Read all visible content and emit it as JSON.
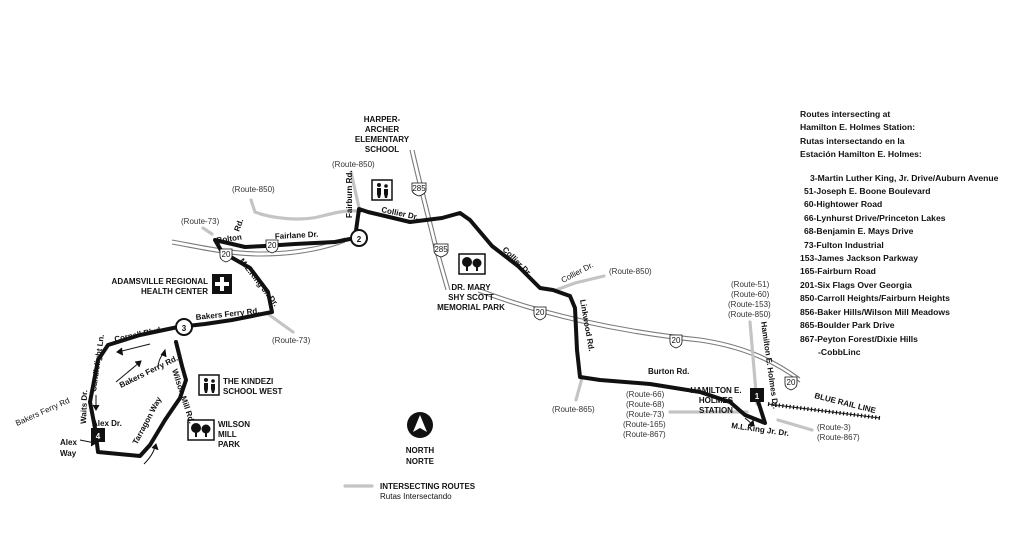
{
  "routes_panel": {
    "heading": [
      "Routes intersecting at",
      "Hamilton E. Holmes  Station:",
      "Rutas intersectando en la",
      "Estación Hamilton E. Holmes:"
    ],
    "items": [
      "3-Martin Luther King, Jr. Drive/Auburn Avenue",
      "51-Joseph E. Boone Boulevard",
      "60-Hightower Road",
      "66-Lynhurst Drive/Princeton Lakes",
      "68-Benjamin E. Mays Drive",
      "73-Fulton Industrial",
      "153-James Jackson Parkway",
      "165-Fairburn Road",
      "201-Six Flags Over Georgia",
      "850-Carroll Heights/Fairburn Heights",
      "856-Baker Hills/Wilson Mill Meadows",
      "865-Boulder Park Drive",
      "867-Peyton Forest/Dixie Hills",
      "-CobbLinc"
    ]
  },
  "stops": {
    "s1": "1",
    "s2": "2",
    "s3": "3",
    "s4": "4"
  },
  "streets": {
    "fairburn": "Fairburn Rd.",
    "collier1": "Collier Dr.",
    "collier2": "Collier Dr.",
    "collier3": "Collier Dr.",
    "fairlane": "Fairlane Dr.",
    "bolton": "Bolton",
    "bolton_rd": "Rd.",
    "mlk_nw": "M.L.King Jr. Dr.",
    "bakers_ferry_top": "Bakers Ferry Rd.",
    "cornell": "Cornell Blvd.",
    "candlelight": "Candlelight Ln.",
    "bakers_ferry_left": "Bakers Ferry Rd",
    "bakers_ferry_mid": "Bakers Ferry Rd.",
    "waits": "Waits Dr.",
    "alex_dr": "Alex Dr.",
    "alex_way_1": "Alex",
    "alex_way_2": "Way",
    "tarragon": "Tarragon Way",
    "wilson_mill": "Wilson Mill Rd.",
    "linkwood": "Linkwood Rd.",
    "burton": "Burton Rd.",
    "hamilton": "Hamilton E. Holmes Dr.",
    "mlk_se": "M.L.King Jr. Dr.",
    "blue_rail": "BLUE RAIL LINE"
  },
  "places": {
    "harper": [
      "HARPER-",
      "ARCHER",
      "ELEMENTARY",
      "SCHOOL"
    ],
    "adamsville": [
      "ADAMSVILLE REGIONAL",
      "HEALTH CENTER"
    ],
    "scott": [
      "DR. MARY",
      "SHY SCOTT",
      "MEMORIAL PARK"
    ],
    "kindezi": [
      "THE KINDEZI",
      "SCHOOL WEST"
    ],
    "wilson_park": [
      "WILSON",
      "MILL",
      "PARK"
    ],
    "holmes_station": [
      "HAMILTON E.",
      "HOLMES",
      "STATION"
    ]
  },
  "route_labels": {
    "r850_fairburn": "(Route-850)",
    "r850_bolton": "(Route-850)",
    "r73_bolton": "(Route-73)",
    "r73_mlk": "(Route-73)",
    "r850_collier": "(Route-850)",
    "r865": "(Route-865)",
    "station_west": [
      "(Route-66)",
      "(Route-68)",
      "(Route-73)",
      "(Route-165)",
      "(Route-867)"
    ],
    "station_north": [
      "(Route-51)",
      "(Route-60)",
      "(Route-153)",
      "(Route-850)"
    ],
    "station_se": [
      "(Route-3)",
      "(Route-867)"
    ]
  },
  "highways": {
    "i20_a": "20",
    "i20_b": "20",
    "i20_c": "20",
    "i20_d": "20",
    "i20_e": "20",
    "i285_a": "285",
    "i285_b": "285"
  },
  "compass": {
    "line1": "NORTH",
    "line2": "NORTE"
  },
  "legend": {
    "line1": "INTERSECTING ROUTES",
    "line2": "Rutas Intersectando"
  },
  "colors": {
    "route": "#111111",
    "intersecting": "#c4c4c4",
    "highway": "#7a7a7a"
  }
}
